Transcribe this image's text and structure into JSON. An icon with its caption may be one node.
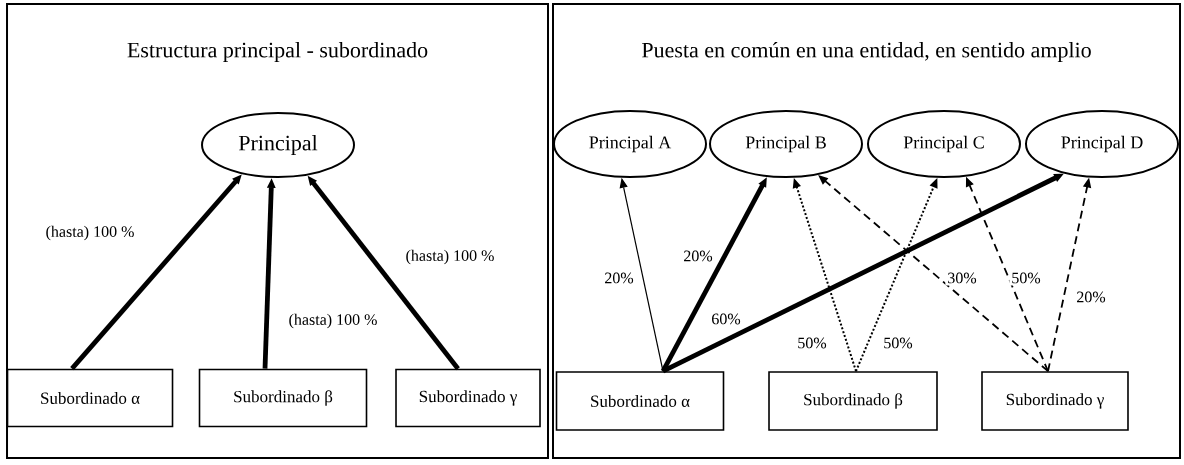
{
  "diagram": {
    "nodes": [
      {
        "text": [
          "Estructura principal - subordinado"
        ]
      },
      {
        "text": [
          "Principal"
        ],
        "in": 0
      },
      {
        "text": [
          "Subordinado α"
        ],
        "in": 0
      },
      {
        "text": [
          "Subordinado β"
        ],
        "in": 0
      },
      {
        "text": [
          "Subordinado γ"
        ],
        "in": 0
      },
      {
        "text": [
          "Puesta en común en una entidad, en sentido amplio"
        ]
      },
      {
        "text": [
          "Principal A"
        ],
        "in": 5
      },
      {
        "text": [
          "Principal B"
        ],
        "in": 5
      },
      {
        "text": [
          "Principal C"
        ],
        "in": 5
      },
      {
        "text": [
          "Principal D"
        ],
        "in": 5
      },
      {
        "text": [
          "Subordinado α"
        ],
        "in": 5
      },
      {
        "text": [
          "Subordinado β"
        ],
        "in": 5
      },
      {
        "text": [
          "Subordinado γ"
        ],
        "in": 5
      }
    ],
    "edges": [
      {
        "from": 2,
        "to": 1,
        "arrow": "to",
        "label": "(hasta) 100 %",
        "style": "thick"
      },
      {
        "from": 3,
        "to": 1,
        "arrow": "to",
        "label": "(hasta) 100 %",
        "style": "thick"
      },
      {
        "from": 4,
        "to": 1,
        "arrow": "to",
        "label": "(hasta) 100 %",
        "style": "thick"
      },
      {
        "from": 10,
        "to": 6,
        "arrow": "to",
        "label": "20%"
      },
      {
        "from": 10,
        "to": 7,
        "arrow": "to",
        "label": "20%",
        "style": "thick"
      },
      {
        "from": 10,
        "to": 9,
        "arrow": "to",
        "label": "60%",
        "style": "thick"
      },
      {
        "from": 11,
        "to": 7,
        "arrow": "to",
        "label": "50%",
        "style": "dashed"
      },
      {
        "from": 11,
        "to": 8,
        "arrow": "to",
        "label": "50%",
        "style": "dashed"
      },
      {
        "from": 12,
        "to": 7,
        "arrow": "to",
        "label": "30%",
        "style": "dashed"
      },
      {
        "from": 12,
        "to": 8,
        "arrow": "to",
        "label": "50%",
        "style": "dashed"
      },
      {
        "from": 12,
        "to": 9,
        "arrow": "to",
        "label": "20%",
        "style": "dashed"
      }
    ]
  }
}
